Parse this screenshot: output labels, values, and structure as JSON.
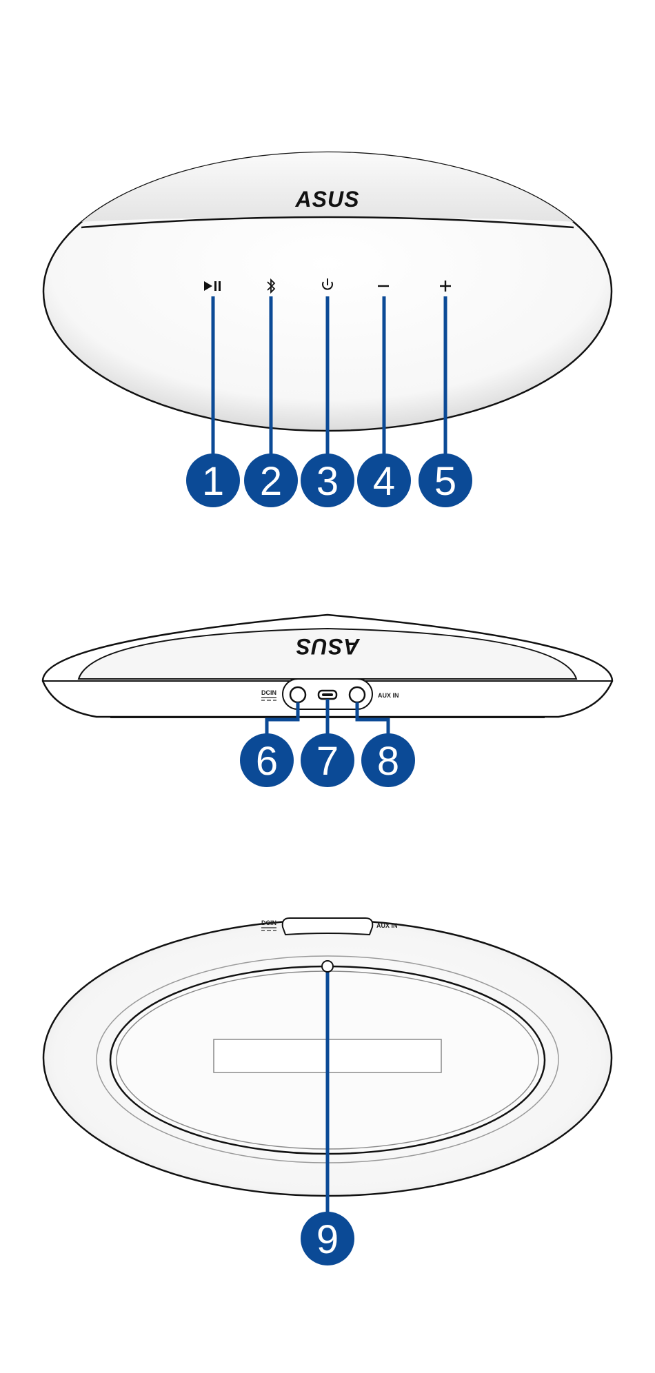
{
  "brand": {
    "logo_text": "ASUS"
  },
  "colors": {
    "callout_fill": "#0b4a96",
    "callout_stroke": "#0b4a96",
    "device_outline": "#111111",
    "device_fill": "#ffffff"
  },
  "top_view": {
    "buttons": [
      {
        "icon": "play-pause-icon",
        "callout": "1"
      },
      {
        "icon": "bluetooth-icon",
        "callout": "2"
      },
      {
        "icon": "power-icon",
        "callout": "3"
      },
      {
        "icon": "volume-down-icon",
        "callout": "4"
      },
      {
        "icon": "volume-up-icon",
        "callout": "5"
      }
    ]
  },
  "rear_view": {
    "dc_in_label": "DCIN",
    "aux_in_label": "AUX IN",
    "ports": [
      {
        "icon": "dc-in-port-icon",
        "callout": "6"
      },
      {
        "icon": "micro-usb-port-icon",
        "callout": "7"
      },
      {
        "icon": "aux-in-port-icon",
        "callout": "8"
      }
    ]
  },
  "bottom_view": {
    "dc_in_label": "DCIN",
    "aux_in_label": "AUX IN",
    "reset_callout": "9"
  }
}
